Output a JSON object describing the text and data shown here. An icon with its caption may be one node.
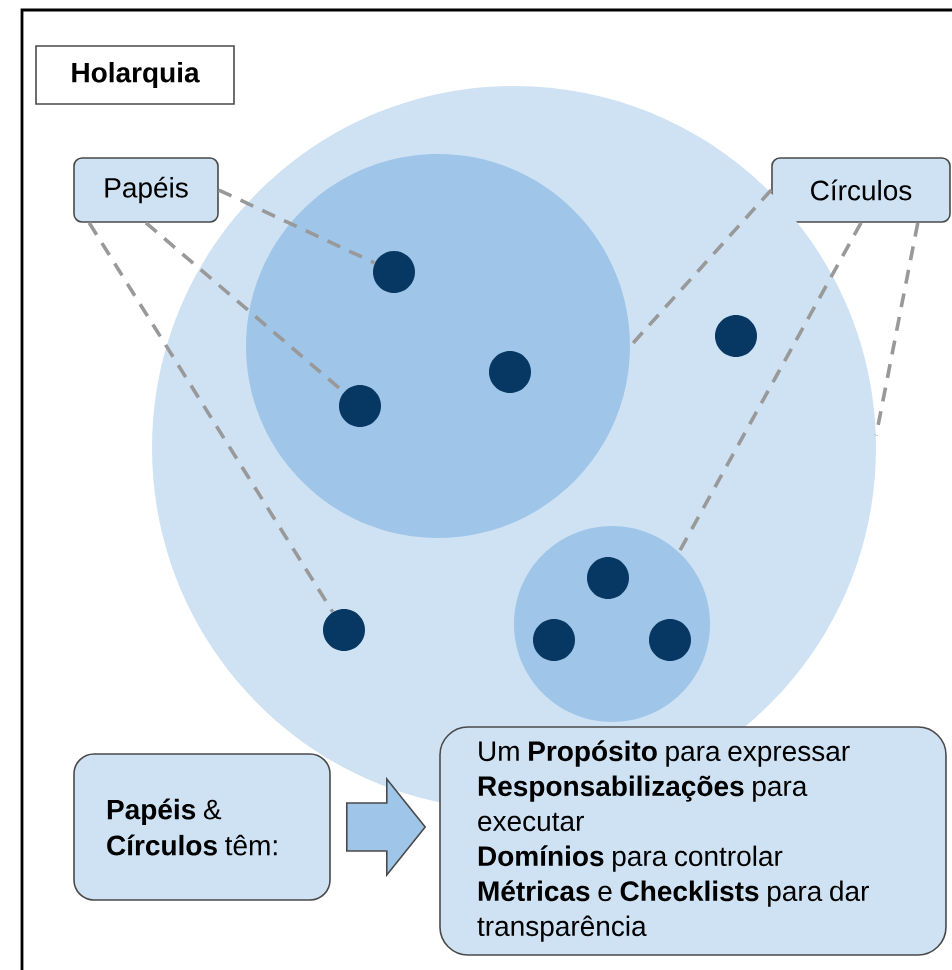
{
  "diagram": {
    "nodes": [
      {
        "text": [
          "Holarquia"
        ]
      },
      {
        "text": [
          "Papéis"
        ]
      },
      {
        "text": [
          "Círculos"
        ]
      },
      {
        "text": [],
        "shape": "circle"
      },
      {
        "text": [],
        "shape": "circle",
        "in": 3
      },
      {
        "text": [],
        "shape": "circle",
        "in": 4
      },
      {
        "text": [],
        "shape": "circle",
        "in": 4
      },
      {
        "text": [],
        "shape": "circle",
        "in": 4
      },
      {
        "text": [],
        "shape": "circle",
        "in": 3
      },
      {
        "text": [],
        "shape": "circle",
        "in": 3
      },
      {
        "text": [],
        "shape": "circle",
        "in": 9
      },
      {
        "text": [],
        "shape": "circle",
        "in": 9
      },
      {
        "text": [],
        "shape": "circle",
        "in": 9
      },
      {
        "text": [],
        "shape": "circle",
        "in": 3
      },
      {
        "text": [
          "**Papéis** & **Círculos** têm:"
        ]
      },
      {
        "text": [
          "Um **Propósito** para expressar",
          "**Responsabilizações** para executar",
          "**Domínios** para controlar",
          "**Métricas** e **Checklists** para dar transparência"
        ]
      }
    ],
    "edges": [
      {
        "from": 1,
        "to": 5,
        "arrow": "none",
        "style": "dashed"
      },
      {
        "from": 1,
        "to": 7,
        "arrow": "none",
        "style": "dashed"
      },
      {
        "from": 1,
        "to": 13,
        "arrow": "none",
        "style": "dashed"
      },
      {
        "from": 2,
        "to": 4,
        "arrow": "none",
        "style": "dashed"
      },
      {
        "from": 2,
        "to": 9,
        "arrow": "none",
        "style": "dashed"
      },
      {
        "from": 2,
        "to": 3,
        "arrow": "none",
        "style": "dashed"
      },
      {
        "from": 14,
        "to": 15,
        "arrow": "to"
      }
    ]
  }
}
